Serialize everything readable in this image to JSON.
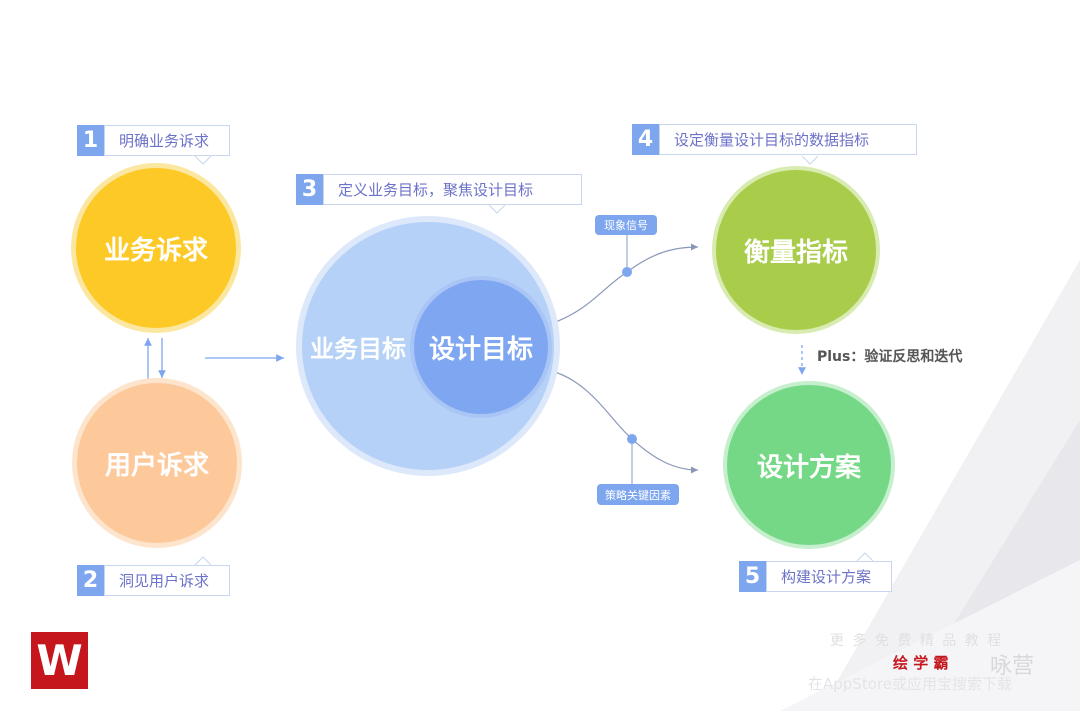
{
  "steps": [
    {
      "num": "1",
      "text": "明确业务诉求"
    },
    {
      "num": "2",
      "text": "洞见用户诉求"
    },
    {
      "num": "3",
      "text": "定义业务目标，聚焦设计目标"
    },
    {
      "num": "4",
      "text": "设定衡量设计目标的数据指标"
    },
    {
      "num": "5",
      "text": "构建设计方案"
    }
  ],
  "circles": {
    "business": "业务诉求",
    "user": "用户诉求",
    "biz_goal": "业务目标",
    "design_goal": "设计目标",
    "metric": "衡量指标",
    "solution": "设计方案"
  },
  "tags": {
    "signal": "现象信号",
    "strategy": "策略关键因素"
  },
  "plus": "Plus：验证反思和迭代",
  "watermark": {
    "line1": "更 多 免 费 精 品 教 程",
    "brand": "绘 学 霸",
    "wechat": "咏营",
    "line3": "在AppStore或应用宝搜索下载"
  },
  "colors": {
    "accent": "#7ea6ef",
    "yellow": "#fcc927",
    "peach": "#fdc89a",
    "green1": "#a9cc4b",
    "green2": "#74d886"
  }
}
